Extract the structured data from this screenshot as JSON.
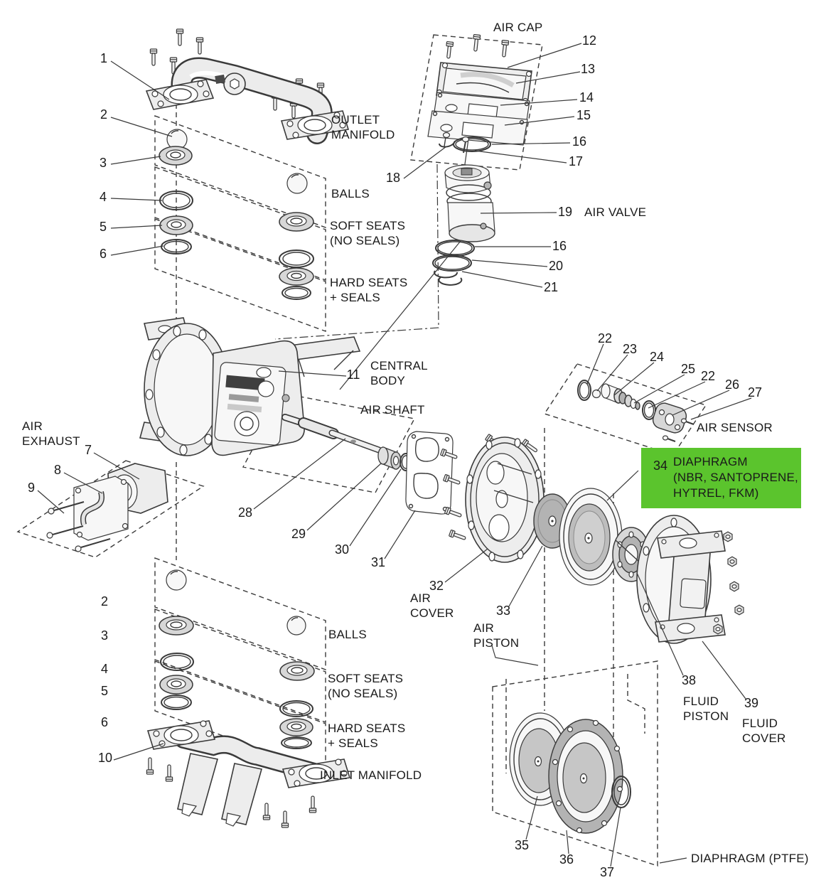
{
  "figure": {
    "type": "exploded-parts-diagram",
    "subject": "Air-operated double diaphragm pump parts breakdown"
  },
  "colors": {
    "highlight_green": "#5bc42d",
    "line": "#3a3a3a"
  },
  "highlight": {
    "number": "34",
    "label": "DIAPHRAGM\n(NBR, SANTOPRENE,\nHYTREL, FKM)"
  },
  "callouts": {
    "c1": "1",
    "c2": "2",
    "c3": "3",
    "c4": "4",
    "c5": "5",
    "c6": "6",
    "c7": "7",
    "c8": "8",
    "c9": "9",
    "c10": "10",
    "c11": "11",
    "c12": "12",
    "c13": "13",
    "c14": "14",
    "c15": "15",
    "c16": "16",
    "c17": "17",
    "c18": "18",
    "c19": "19",
    "c20": "20",
    "c21": "21",
    "c22": "22",
    "c23": "23",
    "c24": "24",
    "c25": "25",
    "c26": "26",
    "c27": "27",
    "c28": "28",
    "c29": "29",
    "c30": "30",
    "c31": "31",
    "c32": "32",
    "c33": "33",
    "c35": "35",
    "c36": "36",
    "c37": "37",
    "c38": "38",
    "c39": "39"
  },
  "labels": {
    "outlet_manifold": "OUTLET\nMANIFOLD",
    "air_cap": "AIR CAP",
    "balls_top": "BALLS",
    "soft_seats_top": "SOFT SEATS\n(NO SEALS)",
    "hard_seats_top": "HARD SEATS\n+ SEALS",
    "air_valve": "AIR VALVE",
    "central_body": "CENTRAL\nBODY",
    "air_shaft": "AIR SHAFT",
    "air_exhaust": "AIR\nEXHAUST",
    "air_sensor": "AIR SENSOR",
    "air_cover": "AIR\nCOVER",
    "air_piston": "AIR\nPISTON",
    "fluid_piston": "FLUID\nPISTON",
    "fluid_cover": "FLUID\nCOVER",
    "balls_bottom": "BALLS",
    "soft_seats_bottom": "SOFT SEATS\n(NO SEALS)",
    "hard_seats_bottom": "HARD SEATS\n+ SEALS",
    "inlet_manifold": "INLET MANIFOLD",
    "diaphragm_ptfe": "DIAPHRAGM (PTFE)"
  }
}
